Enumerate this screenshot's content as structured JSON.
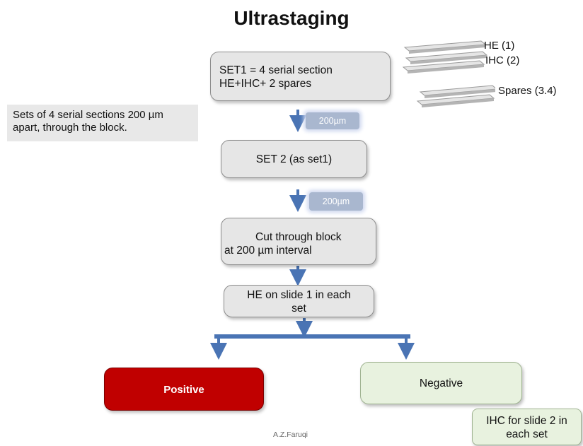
{
  "title": "Ultrastaging",
  "set1": {
    "line1": "SET1 = 4 serial section",
    "line2": "HE+IHC+ 2 spares"
  },
  "note_sets": {
    "line1": "Sets of 4 serial sections 200 µm",
    "line2": "apart, through the block."
  },
  "interval_badge_1": "200µm",
  "set2": "SET 2 (as set1)",
  "interval_badge_2": "200µm",
  "cut": {
    "line1": "Cut through block",
    "line2": "at 200 µm interval"
  },
  "he_box": {
    "line1": "HE on slide 1 in each",
    "line2": "set"
  },
  "positive": "Positive",
  "negative": "Negative",
  "ihc_note": {
    "line1": "IHC for slide 2 in",
    "line2": "each set"
  },
  "slide_labels": {
    "he": "HE (1)",
    "ihc": "IHC (2)",
    "spares": "Spares (3.4)"
  },
  "footer": "A.Z.Faruqi",
  "colors": {
    "arrow": "#4a74b4",
    "positive_fill": "#c00000",
    "negative_fill": "#e8f2df",
    "badge": "#a9b7cf"
  }
}
